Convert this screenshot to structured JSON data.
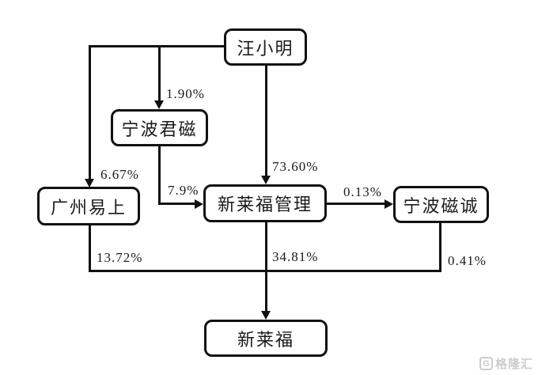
{
  "diagram_type": "equity-ownership-structure",
  "nodes": {
    "wang": "汪小明",
    "junci": "宁波君磁",
    "yishang": "广州易上",
    "guanli": "新莱福管理",
    "cicheng": "宁波磁诚",
    "xinlaifu": "新莱福"
  },
  "edges": {
    "wang_junci": "1.90%",
    "wang_yishang": "6.67%",
    "wang_guanli": "73.60%",
    "junci_guanli": "7.9%",
    "guanli_cicheng": "0.13%",
    "yishang_xinlaifu": "13.72%",
    "guanli_xinlaifu": "34.81%",
    "cicheng_xinlaifu": "0.41%"
  },
  "watermark": {
    "icon": "G",
    "text": "格隆汇"
  },
  "colors": {
    "line": "#111111",
    "text": "#1a1a1a",
    "watermark": "#cccccc",
    "background": "#ffffff"
  }
}
